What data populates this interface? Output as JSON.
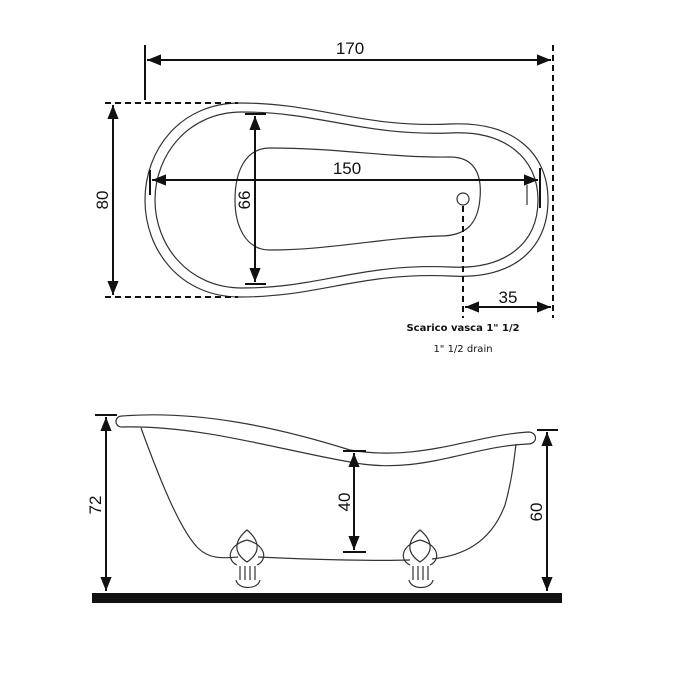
{
  "top_view": {
    "overall_length": "170",
    "overall_width": "80",
    "inner_width": "66",
    "inner_length": "150",
    "drain_offset": "35",
    "drain_label_it": "Scarico vasca 1\" 1/2",
    "drain_label_en": "1\" 1/2  drain"
  },
  "side_view": {
    "overall_height": "72",
    "inner_depth": "40",
    "foot_end_height": "60"
  }
}
